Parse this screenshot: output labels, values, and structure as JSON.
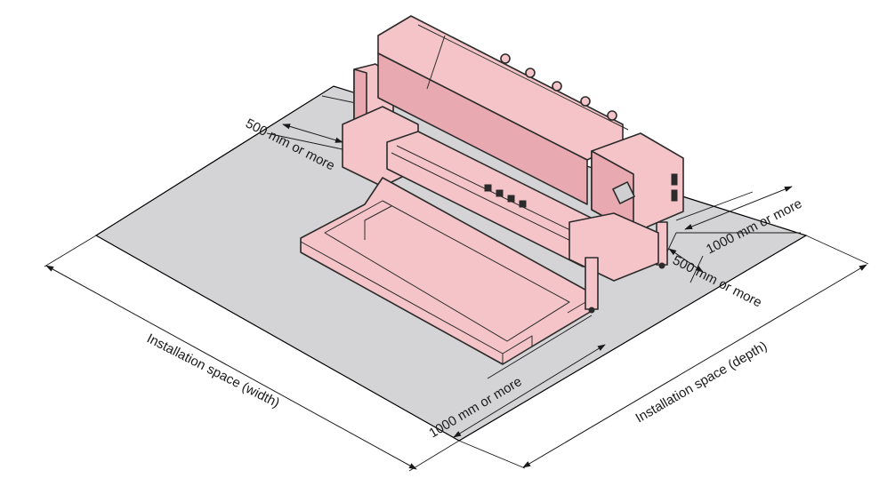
{
  "labels": {
    "side_clearance": "500 mm or more",
    "rear_clearance": "1000 mm or more",
    "right_clearance": "500 mm or more",
    "front_clearance": "1000 mm or more",
    "width": "Installation space (width)",
    "depth": "Installation space (depth)"
  },
  "colors": {
    "floor": "#d4d4d6",
    "printer": "#f4c4c8",
    "printer_shade": "#e9a9b0",
    "outline": "#2b2b2b",
    "dimension": "#1a1a1a"
  },
  "icons": {
    "arrowhead": "dimension-arrow-icon"
  }
}
